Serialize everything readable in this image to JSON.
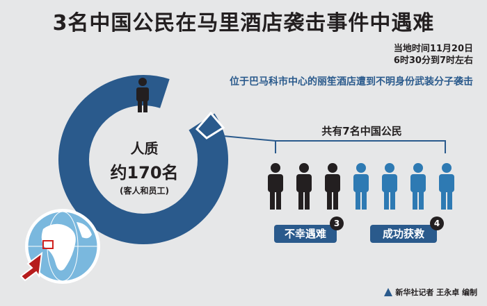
{
  "title": "3名中国公民在马里酒店袭击事件中遇难",
  "time": {
    "line1": "当地时间11月20日",
    "line2": "6时30分到7时左右"
  },
  "subtitle": "位于巴马科市中心的丽笙酒店遭到不明身份武装分子袭击",
  "hostages": {
    "label": "人质",
    "count": "约170名",
    "note": "(客人和员工)"
  },
  "chinese": {
    "total_label": "共有7名中国公民",
    "killed_label": "不幸遇难",
    "killed_count": "3",
    "rescued_label": "成功获救",
    "rescued_count": "4"
  },
  "credit": "新华社记者 王永卓 编制",
  "colors": {
    "ring": "#2a5a8c",
    "killed": "#231f20",
    "rescued": "#2e7ab3",
    "background": "#e6e7e8"
  },
  "icons": [
    "person-icon",
    "globe-icon",
    "arrow-icon",
    "xinhua-logo-icon"
  ]
}
